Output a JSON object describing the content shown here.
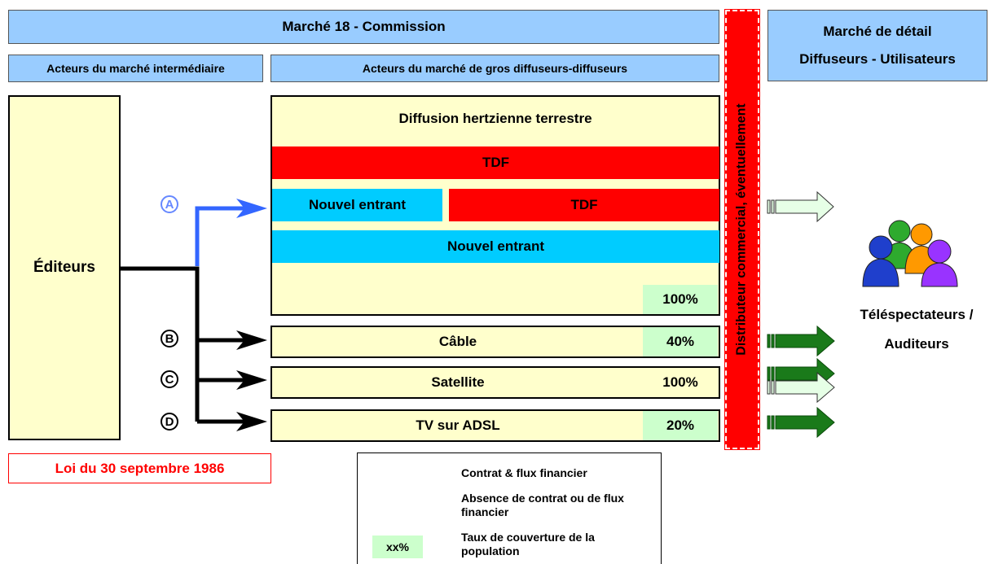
{
  "headers": {
    "market18": "Marché 18 - Commission",
    "intermediate": "Acteurs du marché intermédiaire",
    "wholesale": "Acteurs du marché de gros diffuseurs-diffuseurs",
    "retail_line1": "Marché de détail",
    "retail_line2": "Diffuseurs - Utilisateurs"
  },
  "editors": {
    "label": "Éditeurs",
    "law": "Loi du 30 septembre 1986"
  },
  "terrestrial": {
    "title": "Diffusion hertzienne terrestre",
    "band1": "TDF",
    "band2_left": "Nouvel entrant",
    "band2_right": "TDF",
    "band3": "Nouvel entrant",
    "coverage": "100%"
  },
  "channels": [
    {
      "marker": "B",
      "label": "Câble",
      "coverage": "40%"
    },
    {
      "marker": "C",
      "label": "Satellite",
      "coverage": "100%"
    },
    {
      "marker": "D",
      "label": "TV sur ADSL",
      "coverage": "20%"
    }
  ],
  "marker_a": "A",
  "distributor": "Distributeur commercial, éventuellement",
  "users": {
    "line1": "Téléspectateurs /",
    "line2": "Auditeurs"
  },
  "legend": {
    "contract": "Contrat & flux financier",
    "no_contract": "Absence de contrat ou de flux financier",
    "coverage_sample": "xx%",
    "coverage": "Taux de couverture de la population"
  },
  "colors": {
    "header_blue": "#99ccff",
    "cream": "#ffffcc",
    "tdf_red": "#ff0000",
    "new_entrant_cyan": "#00ccff",
    "coverage_green": "#ccffcc",
    "contract_arrow": "#1a7a1a",
    "no_contract_arrow": "#e6ffe6",
    "path_a_blue": "#3366ff"
  }
}
